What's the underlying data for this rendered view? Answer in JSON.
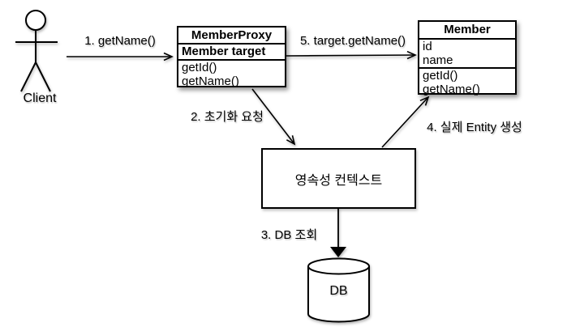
{
  "actor": {
    "label": "Client"
  },
  "class_boxes": {
    "member_proxy": {
      "title": "MemberProxy",
      "field": "Member target",
      "methods": [
        "getId()",
        "getName()"
      ]
    },
    "member": {
      "title": "Member",
      "fields": [
        "id",
        "name"
      ],
      "methods": [
        "getId()",
        "getName()"
      ]
    }
  },
  "persistence_context": {
    "label": "영속성 컨텍스트"
  },
  "database": {
    "label": "DB"
  },
  "arrows": {
    "step1": {
      "label": "1. getName()"
    },
    "step2": {
      "label": "2. 초기화 요청"
    },
    "step3": {
      "label": "3. DB 조회"
    },
    "step4": {
      "label": "4. 실제 Entity 생성"
    },
    "step5": {
      "label": "5. target.getName()"
    }
  },
  "colors": {
    "stroke": "#000000",
    "background": "#ffffff",
    "shape_fill": "#ffffff"
  }
}
